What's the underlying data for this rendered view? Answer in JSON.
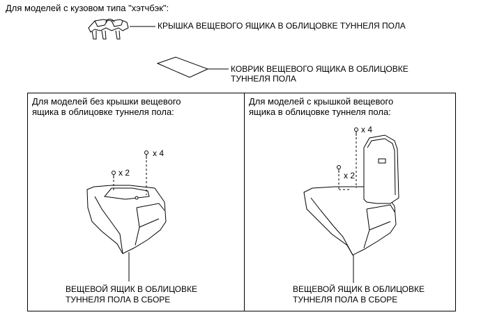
{
  "page": {
    "heading": "Для моделей с кузовом типа \"хэтчбэк\":"
  },
  "callouts": {
    "lid": "КРЫШКА ВЕЩЕВОГО ЯЩИКА В ОБЛИЦОВКЕ ТУННЕЛЯ ПОЛА",
    "mat_line1": "КОВРИК ВЕЩЕВОГО ЯЩИКА В ОБЛИЦОВКЕ",
    "mat_line2": "ТУННЕЛЯ ПОЛА"
  },
  "panels": [
    {
      "heading_line1": "Для моделей без крышки вещевого",
      "heading_line2": "ящика в облицовке туннеля пола:",
      "qty_a": "x 4",
      "qty_b": "x 2",
      "assembly_line1": "ВЕЩЕВОЙ ЯЩИК В ОБЛИЦОВКЕ",
      "assembly_line2": "ТУННЕЛЯ ПОЛА В СБОРЕ"
    },
    {
      "heading_line1": "Для моделей с крышкой вещевого",
      "heading_line2": "ящика в облицовке туннеля пола:",
      "qty_a": "x 4",
      "qty_b": "x 2",
      "assembly_line1": "ВЕЩЕВОЙ ЯЩИК В ОБЛИЦОВКЕ",
      "assembly_line2": "ТУННЕЛЯ ПОЛА В СБОРЕ"
    }
  ]
}
